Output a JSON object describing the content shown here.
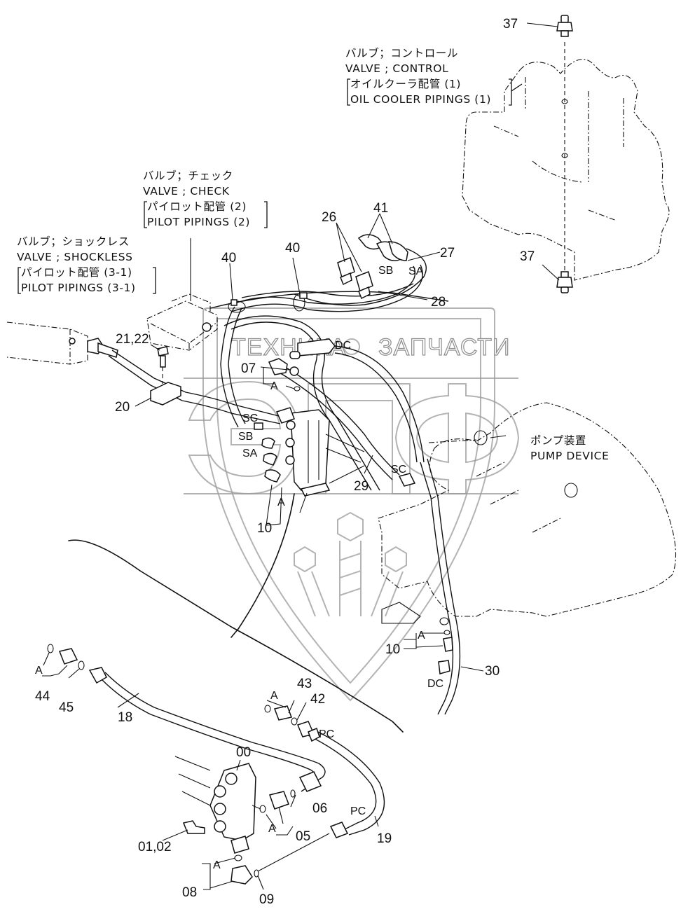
{
  "diagram": {
    "type": "exploded parts diagram",
    "subject": "pilot and drain piping around control valve, check valve, shockless valve and pump device"
  },
  "watermark": {
    "text_left": "ТЕХНИКА",
    "text_right": "ЗАПЧАСТИ",
    "logo_letters": "ЭПФ",
    "color": "#8e8e8e"
  },
  "notes": {
    "control_valve": {
      "jp": "バルブ；コントロール",
      "en": "VALVE ; CONTROL",
      "ref_jp": "オイルクーラ配管 (1)",
      "ref_en": "OIL COOLER PIPINGS (1)"
    },
    "check_valve": {
      "jp": "バルブ；チェック",
      "en": "VALVE ; CHECK",
      "ref_jp": "パイロット配管 (2)",
      "ref_en": "PILOT PIPINGS (2)"
    },
    "shockless_valve": {
      "jp": "バルブ；ショックレス",
      "en": "VALVE ; SHOCKLESS",
      "ref_jp": "パイロット配管 (3-1)",
      "ref_en": "PILOT PIPINGS (3-1)"
    },
    "pump_device": {
      "jp": "ポンプ装置",
      "en": "PUMP DEVICE"
    }
  },
  "part_labels": {
    "p37_top": "37",
    "p37_bottom": "37",
    "p26": "26",
    "p41": "41",
    "p27": "27",
    "p28": "28",
    "p40_left": "40",
    "p40_right": "40",
    "p21_22": "21,22",
    "p20": "20",
    "p07": "07",
    "p10_upper": "10",
    "p29": "29",
    "p10_lower": "10",
    "p30": "30",
    "p44": "44",
    "p45": "45",
    "p18": "18",
    "p43": "43",
    "p42": "42",
    "p00": "00",
    "p06": "06",
    "p05": "05",
    "p19": "19",
    "p01_02": "01,02",
    "p08": "08",
    "p09": "09"
  },
  "port_labels": {
    "sb_top": "SB",
    "sa_top": "SA",
    "dc_top": "DC",
    "sc_left": "SC",
    "sb_left": "SB",
    "sa_left": "SA",
    "sc_right": "SC",
    "dc_bottom": "DC",
    "pc_upper": "PC",
    "pc_lower": "PC"
  },
  "oring_labels": {
    "a_07": "A",
    "a_10_upper": "A",
    "a_10_lower": "A",
    "a_44": "A",
    "a_43": "A",
    "a_05": "A",
    "a_08": "A"
  }
}
